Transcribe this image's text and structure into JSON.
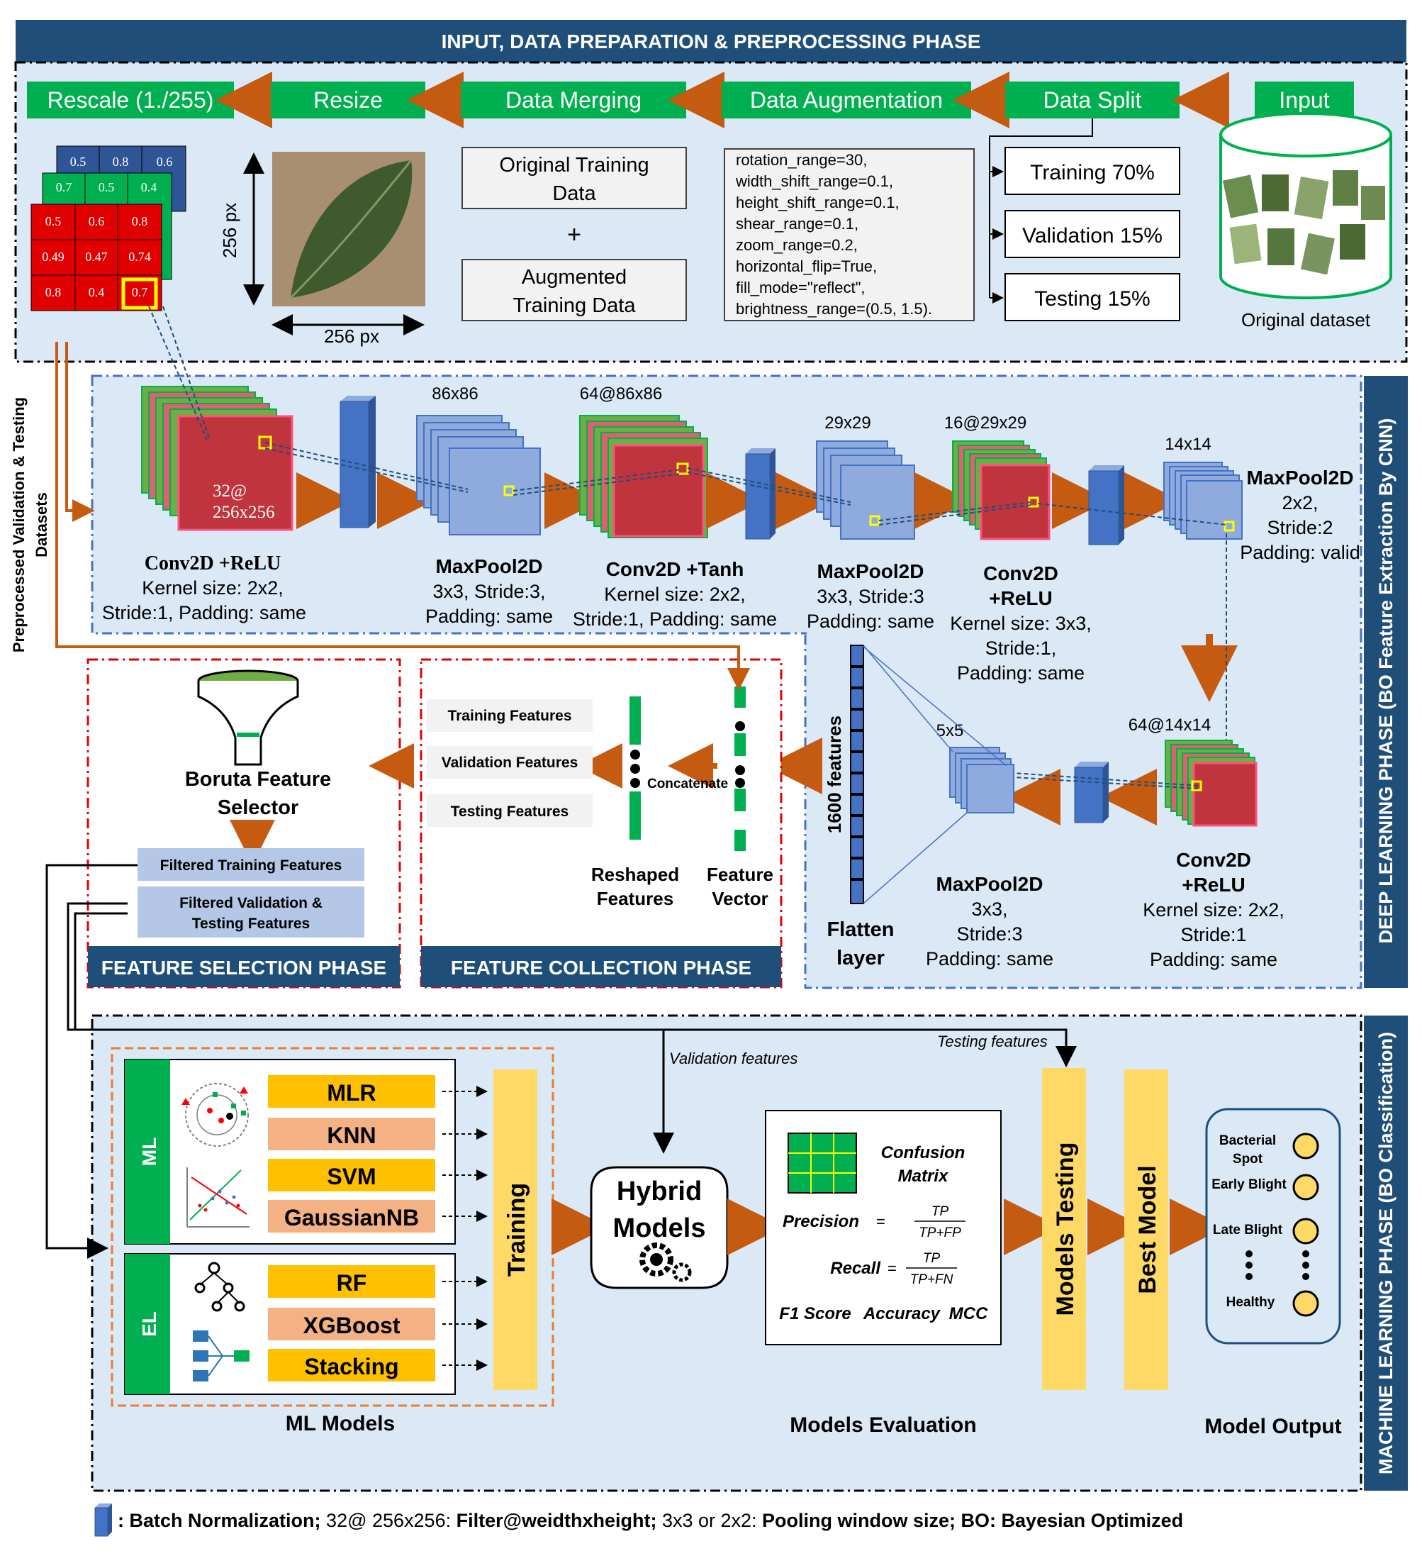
{
  "phases": {
    "input_header": "INPUT, DATA PREPARATION & PREPROCESSING PHASE",
    "deep_learning": "DEEP LEARNING PHASE  (BO Feature Extraction By CNN)",
    "machine_learning": "MACHINE LEARNING PHASE  (BO Classification)",
    "feature_selection": "FEATURE SELECTION PHASE",
    "feature_collection": "FEATURE COLLECTION PHASE"
  },
  "pipeline": {
    "rescale": "Rescale (1./255)",
    "resize": "Resize",
    "merging": "Data Merging",
    "augmentation": "Data Augmentation",
    "split": "Data Split",
    "input": "Input"
  },
  "matrix": {
    "back": [
      "0.5",
      "0.8",
      "0.6"
    ],
    "middle": [
      "0.7",
      "0.5",
      "0.4"
    ],
    "front": [
      [
        "0.5",
        "0.6",
        "0.8"
      ],
      [
        "0.49",
        "0.47",
        "0.74"
      ],
      [
        "0.8",
        "0.4",
        "0.7"
      ]
    ]
  },
  "image_dims": {
    "height": "256 px",
    "width": "256 px"
  },
  "merge_boxes": {
    "original": [
      "Original Training",
      "Data"
    ],
    "plus": "+",
    "augmented": [
      "Augmented",
      "Training Data"
    ]
  },
  "augmentation_params": [
    "rotation_range=30,",
    "width_shift_range=0.1,",
    "height_shift_range=0.1,",
    "shear_range=0.1,",
    "zoom_range=0.2,",
    "horizontal_flip=True,",
    "fill_mode=\"reflect\",",
    "brightness_range=(0.5, 1.5)."
  ],
  "splits": [
    "Training 70%",
    "Validation 15%",
    "Testing 15%"
  ],
  "dataset_label": "Original dataset",
  "side_label": [
    "Preprocessed Validation & Testing",
    "Datasets"
  ],
  "cnn": {
    "conv1": {
      "name": "Conv2D +ReLU",
      "lines": [
        "Kernel size: 2x2,",
        "Stride:1, Padding: same"
      ],
      "inner": [
        "32@",
        "256x256"
      ]
    },
    "pool1": {
      "name": "MaxPool2D",
      "lines": [
        "3x3, Stride:3,",
        "Padding: same"
      ],
      "dim": "86x86"
    },
    "conv2": {
      "name": "Conv2D +Tanh",
      "lines": [
        "Kernel size: 2x2,",
        "Stride:1, Padding: same"
      ],
      "dim": "64@86x86"
    },
    "pool2": {
      "name": "MaxPool2D",
      "lines": [
        "3x3, Stride:3",
        "Padding: same"
      ],
      "dim": "29x29"
    },
    "conv3": {
      "name": [
        "Conv2D",
        "+ReLU"
      ],
      "lines": [
        "Kernel size: 3x3,",
        "Stride:1,",
        "Padding: same"
      ],
      "dim": "16@29x29"
    },
    "pool3": {
      "name": "MaxPool2D",
      "lines": [
        "2x2,",
        "Stride:2",
        "Padding: valid"
      ],
      "dim": "14x14"
    },
    "conv4": {
      "name": [
        "Conv2D",
        "+ReLU"
      ],
      "lines": [
        "Kernel size: 2x2,",
        "Stride:1",
        "Padding: same"
      ],
      "dim": "64@14x14"
    },
    "pool4": {
      "name": "MaxPool2D",
      "lines": [
        "3x3,",
        "Stride:3",
        "Padding: same"
      ],
      "dim": "5x5"
    },
    "flatten": {
      "name": [
        "Flatten",
        "layer"
      ],
      "features": "1600 features"
    }
  },
  "feature_collection": {
    "items": [
      "Training Features",
      "Validation Features",
      "Testing Features"
    ],
    "concatenate": "Concatenate",
    "reshaped": [
      "Reshaped",
      "Features"
    ],
    "vector": [
      "Feature",
      "Vector"
    ]
  },
  "feature_selection": {
    "selector": [
      "Boruta Feature",
      "Selector"
    ],
    "filtered_training": "Filtered Training  Features",
    "filtered_val": [
      "Filtered Validation &",
      "Testing Features"
    ]
  },
  "ml": {
    "ml_tag": "ML",
    "el_tag": "EL",
    "ml_models": [
      "MLR",
      "KNN",
      "SVM",
      "GaussianNB"
    ],
    "el_models": [
      "RF",
      "XGBoost",
      "Stacking"
    ],
    "training": "Training",
    "models_label": "ML Models",
    "hybrid": [
      "Hybrid",
      "Models"
    ],
    "validation_features": "Validation features",
    "testing_features": "Testing features",
    "confusion": [
      "Confusion",
      "Matrix"
    ],
    "precision": "Precision",
    "recall": "Recall",
    "metrics": [
      "F1 Score",
      "Accuracy",
      "MCC"
    ],
    "models_testing": "Models Testing",
    "best_model": "Best Model",
    "evaluation_label": "Models Evaluation",
    "outputs": [
      "Bacterial",
      "Spot",
      "Early Blight",
      "Late Blight",
      "Healthy"
    ],
    "output_label": "Model Output",
    "frac_tp": "TP",
    "frac_prec_den": "TP+FP",
    "frac_rec_den": "TP+FN"
  },
  "legend": [
    ": Batch Normalization;",
    "32@ 256x256:",
    "Filter@weidthxheight;",
    "3x3 or 2x2:",
    "Pooling window size; BO: Bayesian Optimized"
  ],
  "colors": {
    "navy": "#1f4e79",
    "green": "#00b050",
    "orange": "#c55a11",
    "yellow": "#ffc000",
    "salmon": "#f4b183",
    "red": "#c00000",
    "blue": "#4472c4"
  }
}
